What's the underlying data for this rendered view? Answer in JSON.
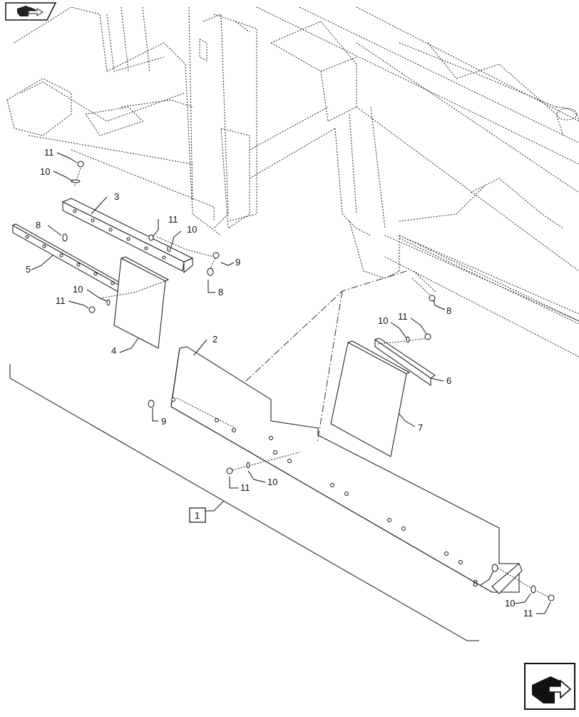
{
  "callouts": {
    "assembly": "1",
    "c2": "2",
    "c3": "3",
    "c4": "4",
    "c5": "5",
    "c6": "6",
    "c7": "7",
    "c8a": "8",
    "c8b": "8",
    "c8c": "8",
    "c8d": "8",
    "c9a": "9",
    "c9b": "9",
    "c10a": "10",
    "c10b": "10",
    "c10c": "10",
    "c10d": "10",
    "c10e": "10",
    "c10f": "10",
    "c11a": "11",
    "c11b": "11",
    "c11c": "11",
    "c11d": "11",
    "c11e": "11",
    "c11f": "11"
  },
  "icons": {
    "top_left": "previous-page-arrow-icon",
    "bottom_right": "next-page-arrow-icon"
  }
}
